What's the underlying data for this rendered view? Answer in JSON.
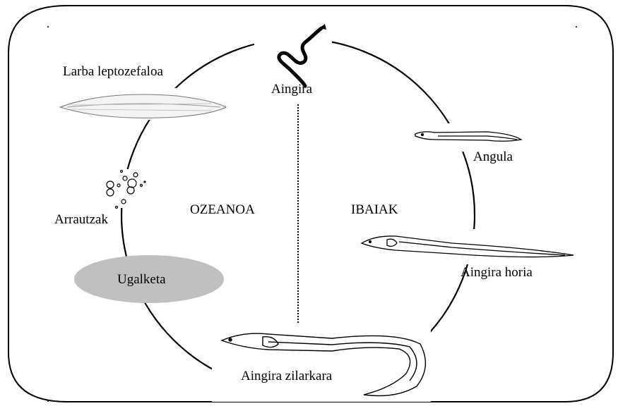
{
  "stages": {
    "adult": "Aingira",
    "larva": "Larba leptozefaloa",
    "eggs": "Arrautzak",
    "spawning": "Ugalketa",
    "glass_eel": "Angula",
    "yellow_eel": "Aingira horia",
    "silver_eel": "Aingira zilarkara"
  },
  "zones": {
    "ocean": "OZEANOA",
    "rivers": "IBAIAK"
  },
  "colors": {
    "spawning_fill": "#c0c0c0",
    "line": "#000000"
  }
}
